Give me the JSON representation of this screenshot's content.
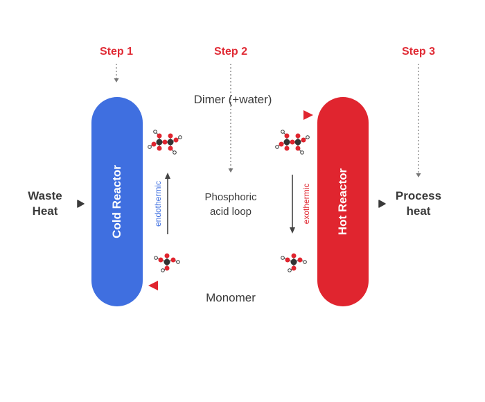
{
  "steps": [
    "Step 1",
    "Step 2",
    "Step 3"
  ],
  "left_label": {
    "line1": "Waste",
    "line2": "Heat"
  },
  "right_label": {
    "line1": "Process",
    "line2": "heat"
  },
  "cold_reactor": {
    "label": "Cold Reactor",
    "color": "#3f6fe0"
  },
  "hot_reactor": {
    "label": "Hot Reactor",
    "color": "#e0252f"
  },
  "top_flow": {
    "label": "Dimer (+water)"
  },
  "bottom_flow": {
    "label": "Monomer"
  },
  "loop": {
    "line1": "Phosphoric",
    "line2": "acid loop"
  },
  "left_process": {
    "label": "endothermic",
    "color": "#3f6fe0"
  },
  "right_process": {
    "label": "exothermic",
    "color": "#e0252f"
  },
  "colors": {
    "step": "#e02b35",
    "text": "#3a3a3a",
    "atom_red": "#e0252f",
    "atom_dark": "#333333",
    "atom_white": "#ffffff"
  },
  "icons": {
    "molecules": [
      "dimer-molecule-icon",
      "monomer-molecule-icon"
    ],
    "arrows": [
      "arrow-right-icon",
      "arrow-left-icon",
      "arrow-up-icon",
      "arrow-down-icon"
    ]
  }
}
